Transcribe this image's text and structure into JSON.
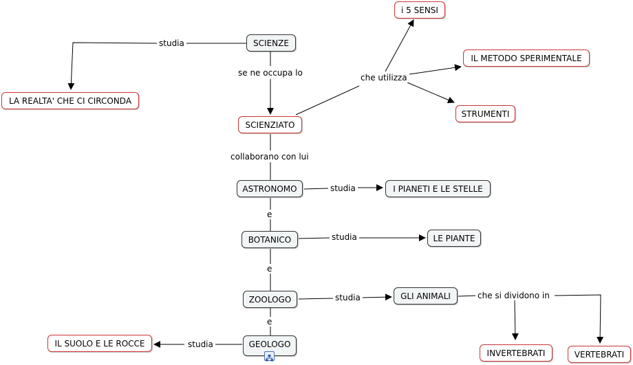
{
  "concepts": {
    "scienze": "SCIENZE",
    "realta": "LA REALTA' CHE CI CIRCONDA",
    "scienziato": "SCIENZIATO",
    "sensi": "i 5 SENSI",
    "metodo": "IL METODO SPERIMENTALE",
    "strumenti": "STRUMENTI",
    "astronomo": "ASTRONOMO",
    "pianeti": "I PIANETI E LE STELLE",
    "botanico": "BOTANICO",
    "piante": "LE PIANTE",
    "zoologo": "ZOOLOGO",
    "animali": "GLI ANIMALI",
    "invertebrati": "INVERTEBRATI",
    "vertebrati": "VERTEBRATI",
    "geologo": "GEOLOGO",
    "suolo": "IL SUOLO E LE ROCCE"
  },
  "links": {
    "studia_realta": "studia",
    "se_ne_occupa": "se ne occupa lo",
    "che_utilizza": "che utilizza",
    "collaborano": "collaborano con lui",
    "studia_pianeti": "studia",
    "e1": "e",
    "studia_piante": "studia",
    "e2": "e",
    "studia_animali": "studia",
    "che_si_dividono": "che si dividono in",
    "e3": "e",
    "studia_suolo": "studia"
  },
  "icons": {
    "resource": "resource-map-icon"
  }
}
